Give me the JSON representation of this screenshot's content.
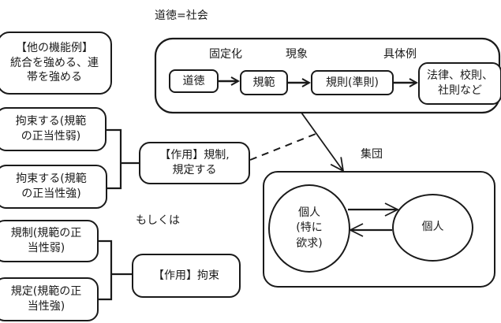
{
  "title": "道徳=社会",
  "flow": {
    "stage_labels": [
      "固定化",
      "現象",
      "具体例"
    ],
    "nodes": [
      "道徳",
      "規範",
      "規則(準則)"
    ],
    "example_lines": [
      "法律、校則、",
      "社則など"
    ]
  },
  "other_functions": {
    "lines": [
      "【他の機能例】",
      "統合を強める、連",
      "帯を強める"
    ]
  },
  "regulation": {
    "weak_lines": [
      "拘束する(規範",
      "の正当性弱)"
    ],
    "strong_lines": [
      "拘束する(規範",
      "の正当性強)"
    ],
    "action_lines": [
      "【作用】規制,",
      "規定する"
    ]
  },
  "alternative_label": "もしくは",
  "restraint": {
    "weak_lines": [
      "規制(規範の正",
      "当性弱)"
    ],
    "strong_lines": [
      "規定(規範の正",
      "当性強)"
    ],
    "action_label": "【作用】拘束"
  },
  "group": {
    "label": "集団",
    "individual_a_lines": [
      "個人",
      "(特に",
      "欲求)"
    ],
    "individual_b": "個人"
  }
}
